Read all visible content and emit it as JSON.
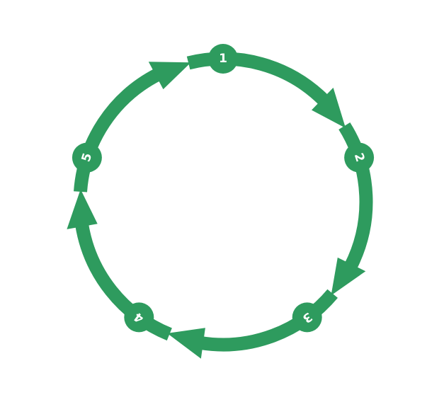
{
  "diagram": {
    "type": "cycle",
    "direction": "clockwise",
    "colors": {
      "primary": "#2e9b5e",
      "label_text": "#ffffff",
      "background": "#ffffff"
    },
    "steps": [
      {
        "label": "1"
      },
      {
        "label": "2"
      },
      {
        "label": "3"
      },
      {
        "label": "4"
      },
      {
        "label": "5"
      }
    ]
  }
}
